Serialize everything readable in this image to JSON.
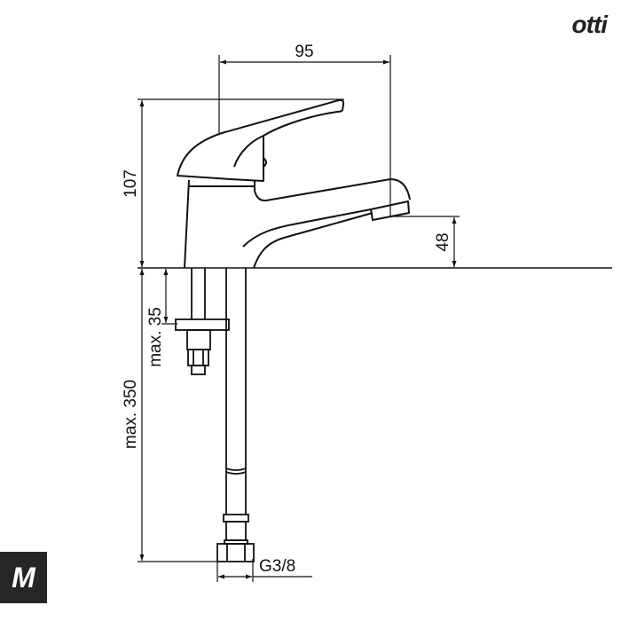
{
  "brand": {
    "name": "otti",
    "corner_logo": "M"
  },
  "dimensions": {
    "spout_reach": "95",
    "total_height": "107",
    "spout_height": "48",
    "max_thickness": "max. 35",
    "hose_length": "max. 350",
    "connection": "G3/8"
  },
  "colors": {
    "line": "#111111",
    "logo_bg": "#262626"
  }
}
